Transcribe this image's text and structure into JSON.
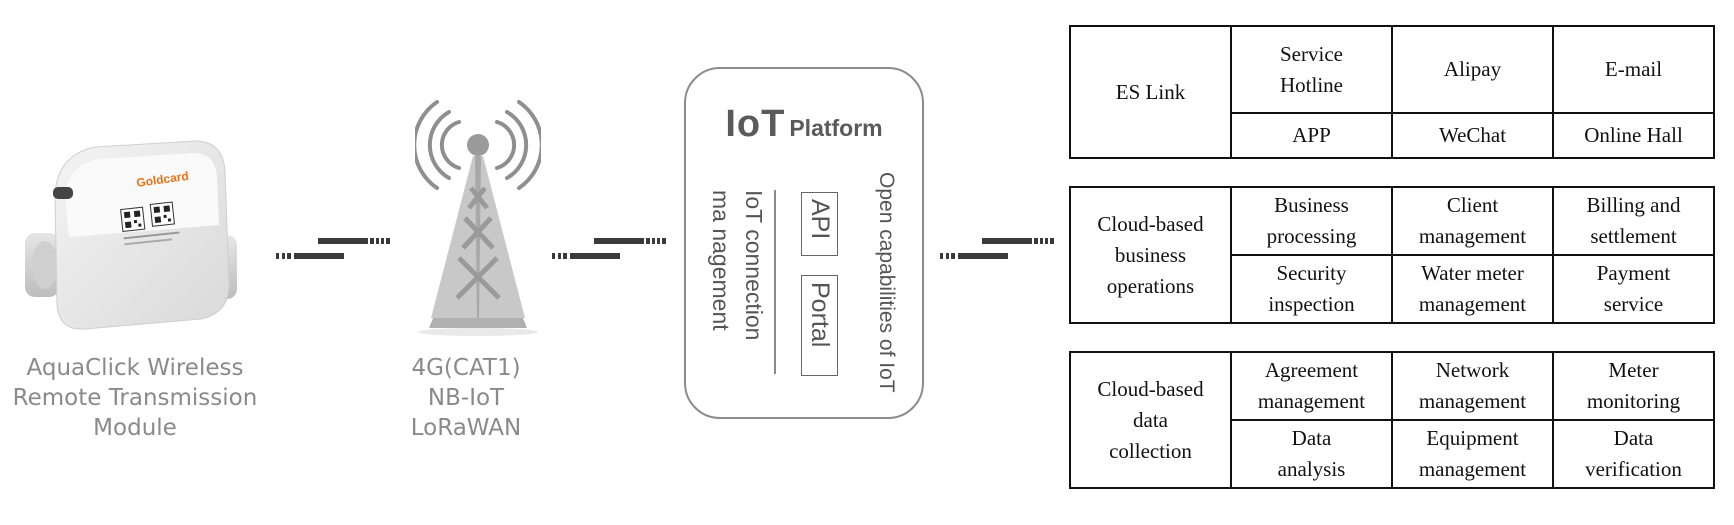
{
  "device": {
    "brand": "Goldcard",
    "caption": [
      "AquaClick Wireless",
      "Remote Transmission",
      "Module"
    ]
  },
  "tower": {
    "caption": [
      "4G(CAT1)",
      "NB-IoT",
      "LoRaWAN"
    ]
  },
  "platform": {
    "title_big": "IoT",
    "title_small": "Platform",
    "open_capabilities": "Open capabilities of IoT",
    "api": "API",
    "portal": "Portal",
    "iot_connection_line1": "IoT connection",
    "iot_connection_line2": "ma nagement"
  },
  "tables": [
    {
      "header": "ES Link",
      "cells": [
        [
          "Service\nHotline",
          "Alipay",
          "E-mail"
        ],
        [
          "APP",
          "WeChat",
          "Online Hall"
        ]
      ]
    },
    {
      "header": "Cloud-based\nbusiness\noperations",
      "cells": [
        [
          "Business\nprocessing",
          "Client\nmanagement",
          "Billing and\nsettlement"
        ],
        [
          "Security\ninspection",
          "Water meter\nmanagement",
          "Payment\nservice"
        ]
      ]
    },
    {
      "header": "Cloud-based\ndata\ncollection",
      "cells": [
        [
          "Agreement\nmanagement",
          "Network\nmanagement",
          "Meter\nmonitoring"
        ],
        [
          "Data\nanalysis",
          "Equipment\nmanagement",
          "Data\nverification"
        ]
      ]
    }
  ],
  "colors": {
    "caption_gray": "#8a8a8a",
    "connector_dark": "#3a3a3a",
    "device_orange": "#e8731a"
  }
}
